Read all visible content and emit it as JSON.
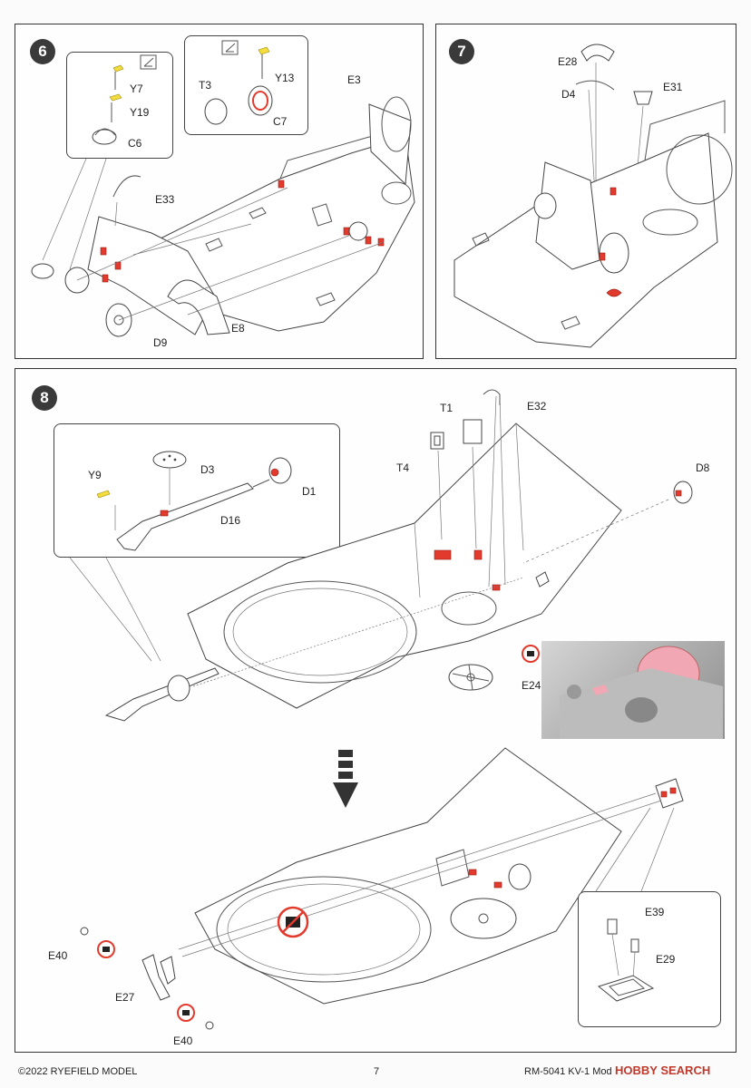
{
  "steps": {
    "step6": {
      "number": "6",
      "labels": [
        "Y7",
        "Y19",
        "C6",
        "T3",
        "Y13",
        "C7",
        "E3",
        "E33",
        "E8",
        "D9"
      ]
    },
    "step7": {
      "number": "7",
      "labels": [
        "E28",
        "D4",
        "E31"
      ]
    },
    "step8": {
      "number": "8",
      "labels": [
        "T1",
        "E32",
        "T4",
        "D8",
        "Y9",
        "D3",
        "D1",
        "D16",
        "E24"
      ],
      "lower_labels": [
        "E40",
        "E27",
        "E40",
        "E39",
        "E29"
      ]
    }
  },
  "footer": {
    "copyright": "©2022 RYEFIELD MODEL",
    "page": "7",
    "product": "RM-5041 KV-1 Model 1942 Simplified Turret",
    "watermark": "HOBBY SEARCH"
  },
  "colors": {
    "highlight_red": "#e23b2e",
    "highlight_yellow": "#f3dd3d",
    "badge": "#3a3a3a"
  }
}
